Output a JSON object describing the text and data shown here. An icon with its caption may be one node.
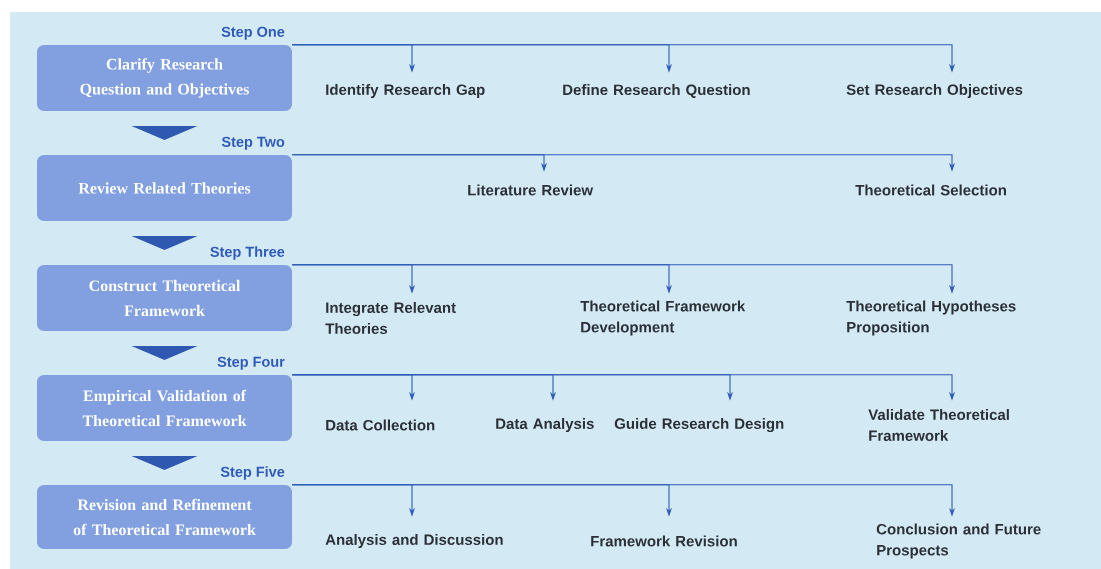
{
  "diagram": {
    "nodes": [
      {
        "text": [
          "Step One",
          "Clarify Research Question and Objectives"
        ]
      },
      {
        "text": [
          "Identify Research Gap"
        ]
      },
      {
        "text": [
          "Define Research Question"
        ]
      },
      {
        "text": [
          "Set Research Objectives"
        ]
      },
      {
        "text": [
          "Step Two",
          "Review Related Theories"
        ]
      },
      {
        "text": [
          "Literature Review"
        ]
      },
      {
        "text": [
          "Theoretical Selection"
        ]
      },
      {
        "text": [
          "Step Three",
          "Construct Theoretical Framework"
        ]
      },
      {
        "text": [
          "Integrate Relevant Theories"
        ]
      },
      {
        "text": [
          "Theoretical Framework Development"
        ]
      },
      {
        "text": [
          "Theoretical Hypotheses Proposition"
        ]
      },
      {
        "text": [
          "Step Four",
          "Empirical Validation of Theoretical Framework"
        ]
      },
      {
        "text": [
          "Data Collection"
        ]
      },
      {
        "text": [
          "Data Analysis"
        ]
      },
      {
        "text": [
          "Guide Research Design"
        ]
      },
      {
        "text": [
          "Validate Theoretical Framework"
        ]
      },
      {
        "text": [
          "Step Five",
          "Revision and Refinement of Theoretical Framework"
        ]
      },
      {
        "text": [
          "Analysis and Discussion"
        ]
      },
      {
        "text": [
          "Framework Revision"
        ]
      },
      {
        "text": [
          "Conclusion and Future Prospects"
        ]
      }
    ],
    "edges": [
      {
        "from": 0,
        "to": 1,
        "arrow": "to"
      },
      {
        "from": 0,
        "to": 2,
        "arrow": "to"
      },
      {
        "from": 0,
        "to": 3,
        "arrow": "to"
      },
      {
        "from": 4,
        "to": 5,
        "arrow": "to"
      },
      {
        "from": 4,
        "to": 6,
        "arrow": "to"
      },
      {
        "from": 7,
        "to": 8,
        "arrow": "to"
      },
      {
        "from": 7,
        "to": 9,
        "arrow": "to"
      },
      {
        "from": 7,
        "to": 10,
        "arrow": "to"
      },
      {
        "from": 11,
        "to": 12,
        "arrow": "to"
      },
      {
        "from": 11,
        "to": 13,
        "arrow": "to"
      },
      {
        "from": 11,
        "to": 14,
        "arrow": "to"
      },
      {
        "from": 11,
        "to": 15,
        "arrow": "to"
      },
      {
        "from": 16,
        "to": 17,
        "arrow": "to"
      },
      {
        "from": 16,
        "to": 18,
        "arrow": "to"
      },
      {
        "from": 16,
        "to": 19,
        "arrow": "to"
      },
      {
        "from": 0,
        "to": 4,
        "arrow": "to"
      },
      {
        "from": 4,
        "to": 7,
        "arrow": "to"
      },
      {
        "from": 7,
        "to": 11,
        "arrow": "to"
      },
      {
        "from": 11,
        "to": 16,
        "arrow": "to"
      }
    ]
  }
}
